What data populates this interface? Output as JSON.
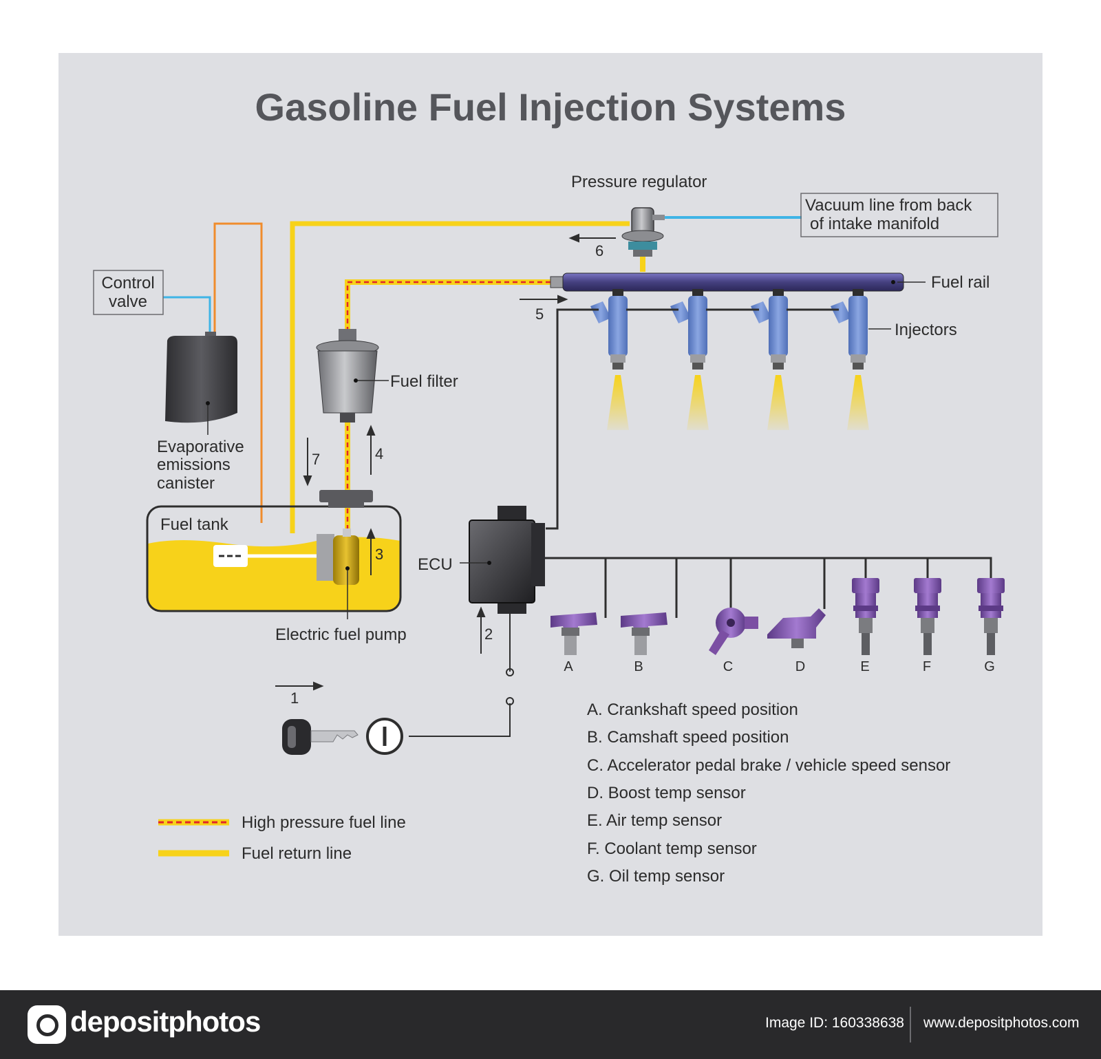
{
  "title": "Gasoline Fuel Injection Systems",
  "components": {
    "pressure_regulator": "Pressure regulator",
    "vacuum_line_1": "Vacuum line from back",
    "vacuum_line_2": "of intake manifold",
    "control_valve_1": "Control",
    "control_valve_2": "valve",
    "fuel_rail": "Fuel rail",
    "injectors": "Injectors",
    "fuel_filter": "Fuel filter",
    "evap_1": "Evaporative",
    "evap_2": "emissions",
    "evap_3": "canister",
    "fuel_tank": "Fuel tank",
    "electric_fuel_pump": "Electric fuel pump",
    "ecu": "ECU"
  },
  "flow_numbers": [
    "1",
    "2",
    "3",
    "4",
    "5",
    "6",
    "7"
  ],
  "sensor_letters": [
    "A",
    "B",
    "C",
    "D",
    "E",
    "F",
    "G"
  ],
  "sensor_list": [
    "A.  Crankshaft speed position",
    "B.  Camshaft speed position",
    "C.  Accelerator pedal brake / vehicle speed sensor",
    "D.  Boost temp sensor",
    "E.  Air temp sensor",
    "F.  Coolant temp sensor",
    "G. Oil temp sensor"
  ],
  "legend": {
    "high_pressure": "High pressure fuel line",
    "return": "Fuel return line"
  },
  "footer": {
    "brand": "depositphotos",
    "image_id": "Image ID: 160338638",
    "site": "www.depositphotos.com"
  },
  "colors": {
    "fuel_yellow": "#f7d21a",
    "high_pressure_dash": "#e0262a",
    "vacuum_blue": "#3fb4e6",
    "vent_orange": "#f08c2c",
    "injector_blue": "#6d8fd1",
    "sensor_purple": "#7b4fa3",
    "wire": "#2e2e2e"
  }
}
